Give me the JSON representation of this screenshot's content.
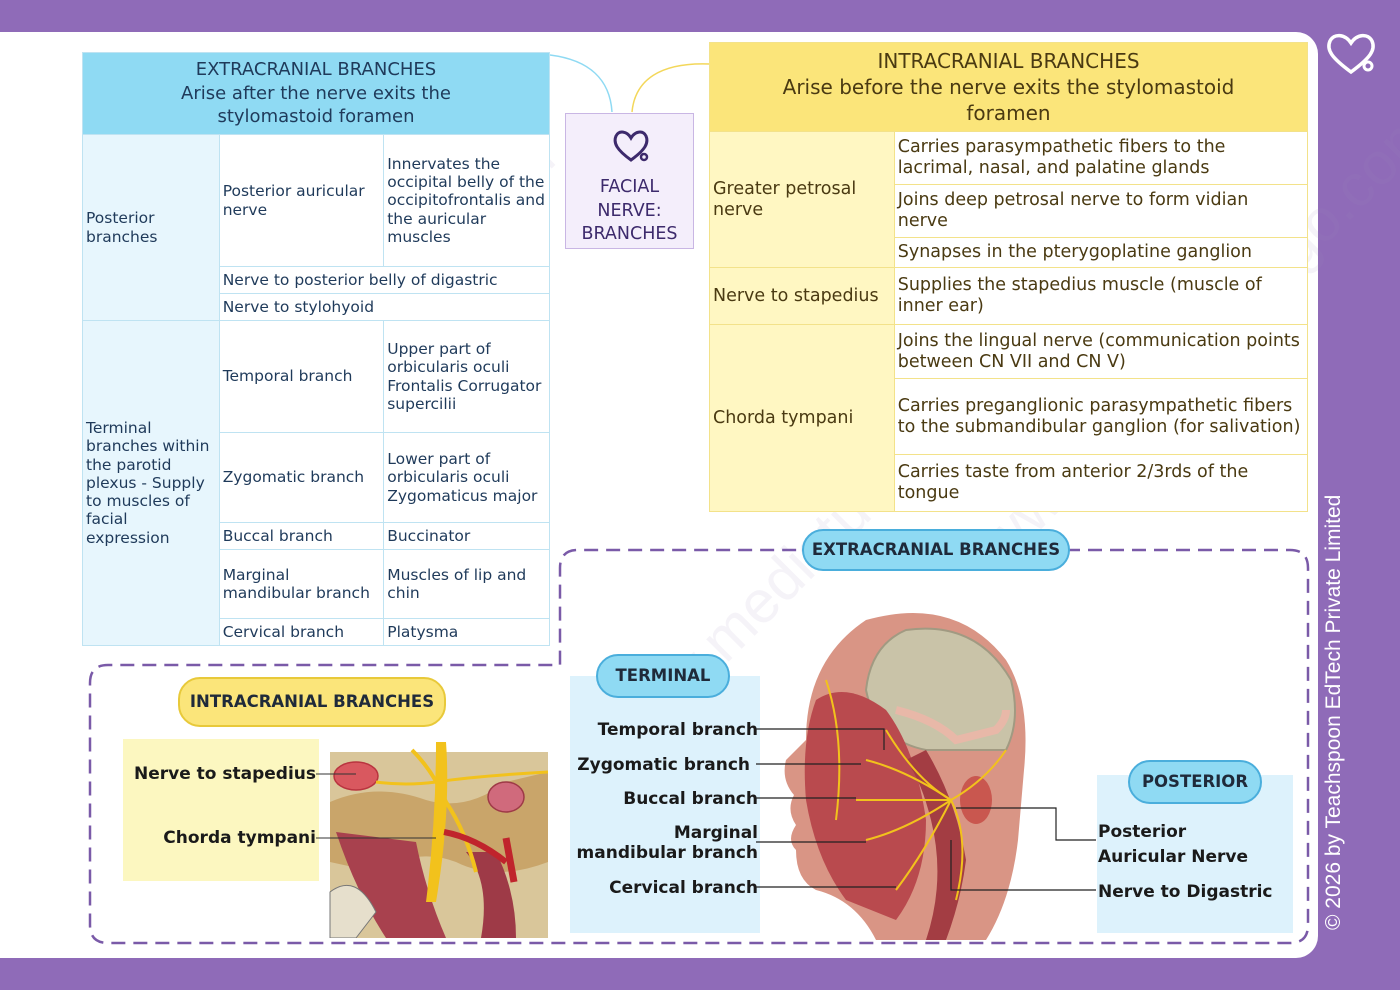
{
  "center": {
    "title_line1": "FACIAL",
    "title_line2": "NERVE:",
    "title_line3": "BRANCHES"
  },
  "extracranial": {
    "heading_line1": "EXTRACRANIAL BRANCHES",
    "heading_line2": "Arise after the nerve exits the",
    "heading_line3": "stylomastoid foramen",
    "posterior_group": "Posterior branches",
    "post_auricular": "Posterior auricular nerve",
    "post_auricular_desc": "Innervates the occipital belly of the occipitofrontalis and the auricular muscles",
    "digastric": "Nerve to posterior belly of digastric",
    "stylohyoid": "Nerve to stylohyoid",
    "terminal_group": "Terminal branches within the parotid plexus - Supply to muscles of facial expression",
    "temporal": "Temporal branch",
    "temporal_desc": "Upper part of orbicularis oculi Frontalis Corrugator supercilii",
    "zygomatic": "Zygomatic branch",
    "zygomatic_desc": "Lower part of orbicularis oculi Zygomaticus major",
    "buccal": "Buccal branch",
    "buccal_desc": "Buccinator",
    "marginal": "Marginal mandibular branch",
    "marginal_desc": "Muscles of lip and chin",
    "cervical": "Cervical branch",
    "cervical_desc": "Platysma"
  },
  "intracranial": {
    "heading_line1": "INTRACRANIAL BRANCHES",
    "heading_line2": "Arise before the nerve exits the stylomastoid",
    "heading_line3": "foramen",
    "greater_petrosal": "Greater petrosal nerve",
    "gp_desc1": "Carries parasympathetic fibers to the lacrimal, nasal, and palatine glands",
    "gp_desc2": "Joins deep petrosal nerve to form vidian nerve",
    "gp_desc3": "Synapses in the pterygoplatine ganglion",
    "stapedius": "Nerve to stapedius",
    "stapedius_desc": "Supplies the stapedius muscle (muscle of inner ear)",
    "chorda": "Chorda tympani",
    "chorda_desc1": "Joins the lingual nerve (communication points between CN VII and CN V)",
    "chorda_desc2": "Carries preganglionic parasympathetic fibers to the submandibular ganglion (for salivation)",
    "chorda_desc3": "Carries taste from anterior 2/3rds of the tongue"
  },
  "lower": {
    "extra_pill": "EXTRACRANIAL BRANCHES",
    "intra_pill": "INTRACRANIAL BRANCHES",
    "terminal_pill": "TERMINAL",
    "posterior_pill": "POSTERIOR",
    "intra_labels": {
      "stapedius": "Nerve to stapedius",
      "chorda": "Chorda tympani"
    },
    "terminal_labels": {
      "temporal": "Temporal branch",
      "zygomatic": "Zygomatic branch",
      "buccal": "Buccal branch",
      "marginal1": "Marginal",
      "marginal2": "mandibular branch",
      "cervical": "Cervical branch"
    },
    "posterior_labels": {
      "auricular1": "Posterior",
      "auricular2": "Auricular Nerve",
      "digastric": "Nerve to Digastric"
    }
  },
  "copyright": "© 2026 by Teachspoon EdTech Private Limited",
  "watermark": "www.medistudygo.com",
  "colors": {
    "background": "#8f6bb8",
    "extra_blue": "#8fdaf3",
    "intra_yellow": "#fbe57a",
    "accent_purple": "#3d2a6c"
  }
}
